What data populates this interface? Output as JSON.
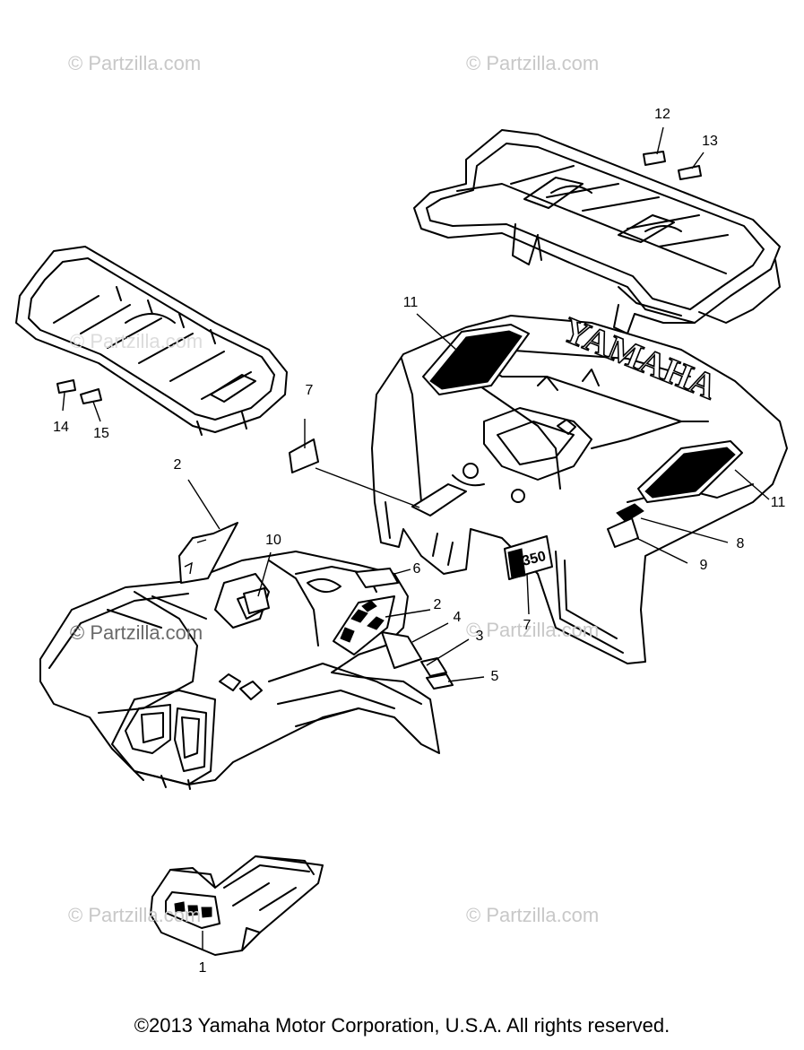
{
  "watermarks": [
    {
      "id": "wm-1",
      "text": "© Partzilla.com"
    },
    {
      "id": "wm-2",
      "text": "© Partzilla.com"
    },
    {
      "id": "wm-3",
      "text": "© Partzilla.com"
    },
    {
      "id": "wm-4",
      "text": "© Partzilla.com"
    },
    {
      "id": "wm-5",
      "text": "© Partzilla.com"
    },
    {
      "id": "wm-6",
      "text": "© Partzilla.com"
    },
    {
      "id": "wm-7",
      "text": "© Partzilla.com"
    }
  ],
  "callouts": [
    "1",
    "2",
    "2",
    "3",
    "4",
    "5",
    "6",
    "7",
    "7",
    "8",
    "9",
    "10",
    "11",
    "11",
    "12",
    "13",
    "14",
    "15"
  ],
  "decal_text": {
    "brand": "YAMAHA",
    "model": "350"
  },
  "footer": "©2013  Yamaha Motor Corporation, U.S.A. All rights reserved."
}
